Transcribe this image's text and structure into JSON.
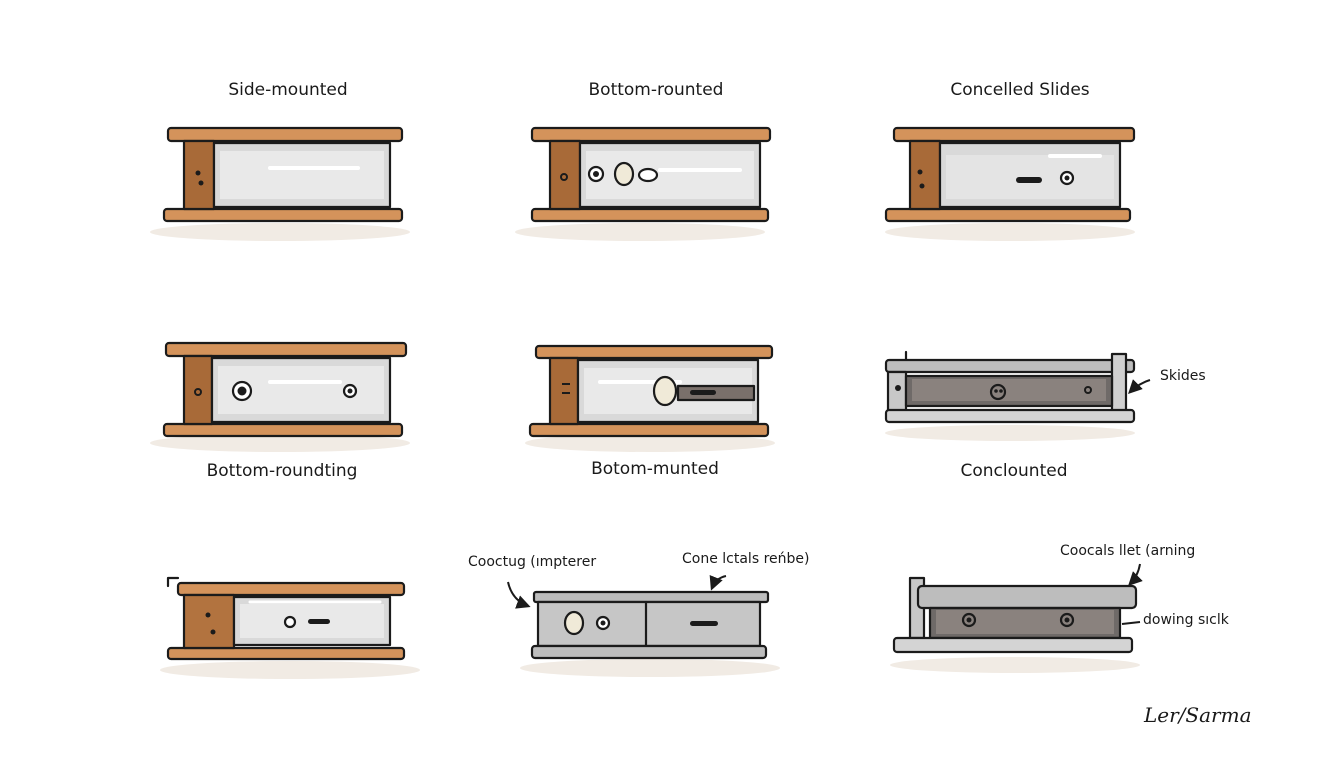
{
  "colors": {
    "wood": "#d4935b",
    "wood_dark": "#a86a38",
    "rail_light": "#d9d9d9",
    "rail_inner": "#e9e9e9",
    "rail_dark": "#6f6a68",
    "metal": "#bdbdbd",
    "ink": "#1b1b1b"
  },
  "diagram": {
    "labels": [
      "Side-mounted",
      "Bottom-rounted",
      "Concelled Slides",
      "Bottom-roundting",
      "Botom-munted",
      "Conclounted"
    ],
    "annotations": [
      "Skides",
      "Cooctug (ımpterer",
      "Cone lctals reńbe)",
      "Coocals llet (arning",
      "dowing sıclk"
    ],
    "signature": "Ler/Sarma"
  }
}
